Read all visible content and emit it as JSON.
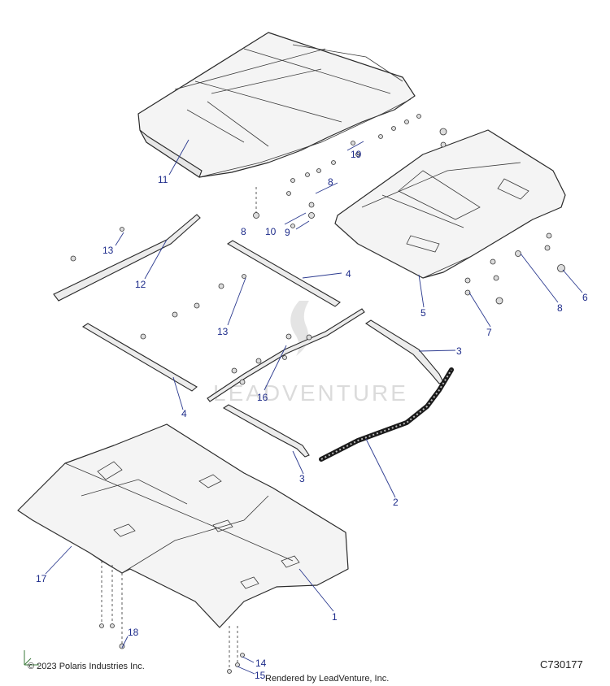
{
  "watermark": "LEADVENTURE",
  "copyright": "© 2023 Polaris Industries Inc.",
  "figure_code": "C730177",
  "rendered_by": "Rendered by LeadVenture, Inc.",
  "callouts": {
    "c1": "1",
    "c2": "2",
    "c3a": "3",
    "c3b": "3",
    "c4a": "4",
    "c4b": "4",
    "c5": "5",
    "c6": "6",
    "c7": "7",
    "c8a": "8",
    "c8b": "8",
    "c8c": "8",
    "c9": "9",
    "c10": "10",
    "c11": "11",
    "c12": "12",
    "c13a": "13",
    "c13b": "13",
    "c14": "14",
    "c15": "15",
    "c16": "16",
    "c17": "17",
    "c18": "18",
    "c19": "19"
  },
  "colors": {
    "callout": "#1d2b8a",
    "line": "#2a2a2a"
  }
}
